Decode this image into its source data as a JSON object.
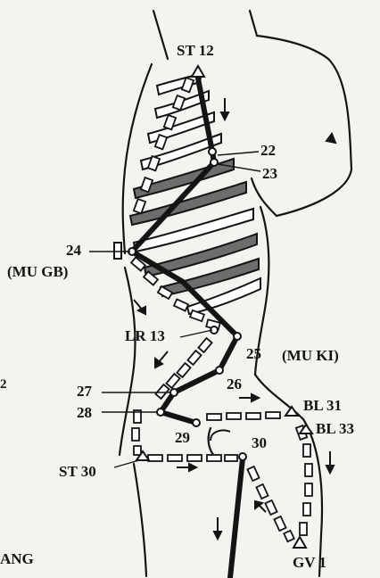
{
  "figure": {
    "colors": {
      "ink": "#141414",
      "paper": "#f4f3ef",
      "rib_shade": "#6d6d6d"
    },
    "labels": {
      "st12": "ST 12",
      "p22": "22",
      "p23": "23",
      "p24": "24",
      "mu_gb": "(MU GB)",
      "lr13": "LR 13",
      "p25": "25",
      "mu_ki": "(MU KI)",
      "p26": "26",
      "p27": "27",
      "p28": "28",
      "p29": "29",
      "p30": "30",
      "bl31": "BL 31",
      "bl33": "BL 33",
      "st30": "ST 30",
      "gv1": "GV 1",
      "ang": "ANG",
      "edge_mark": "2"
    }
  }
}
